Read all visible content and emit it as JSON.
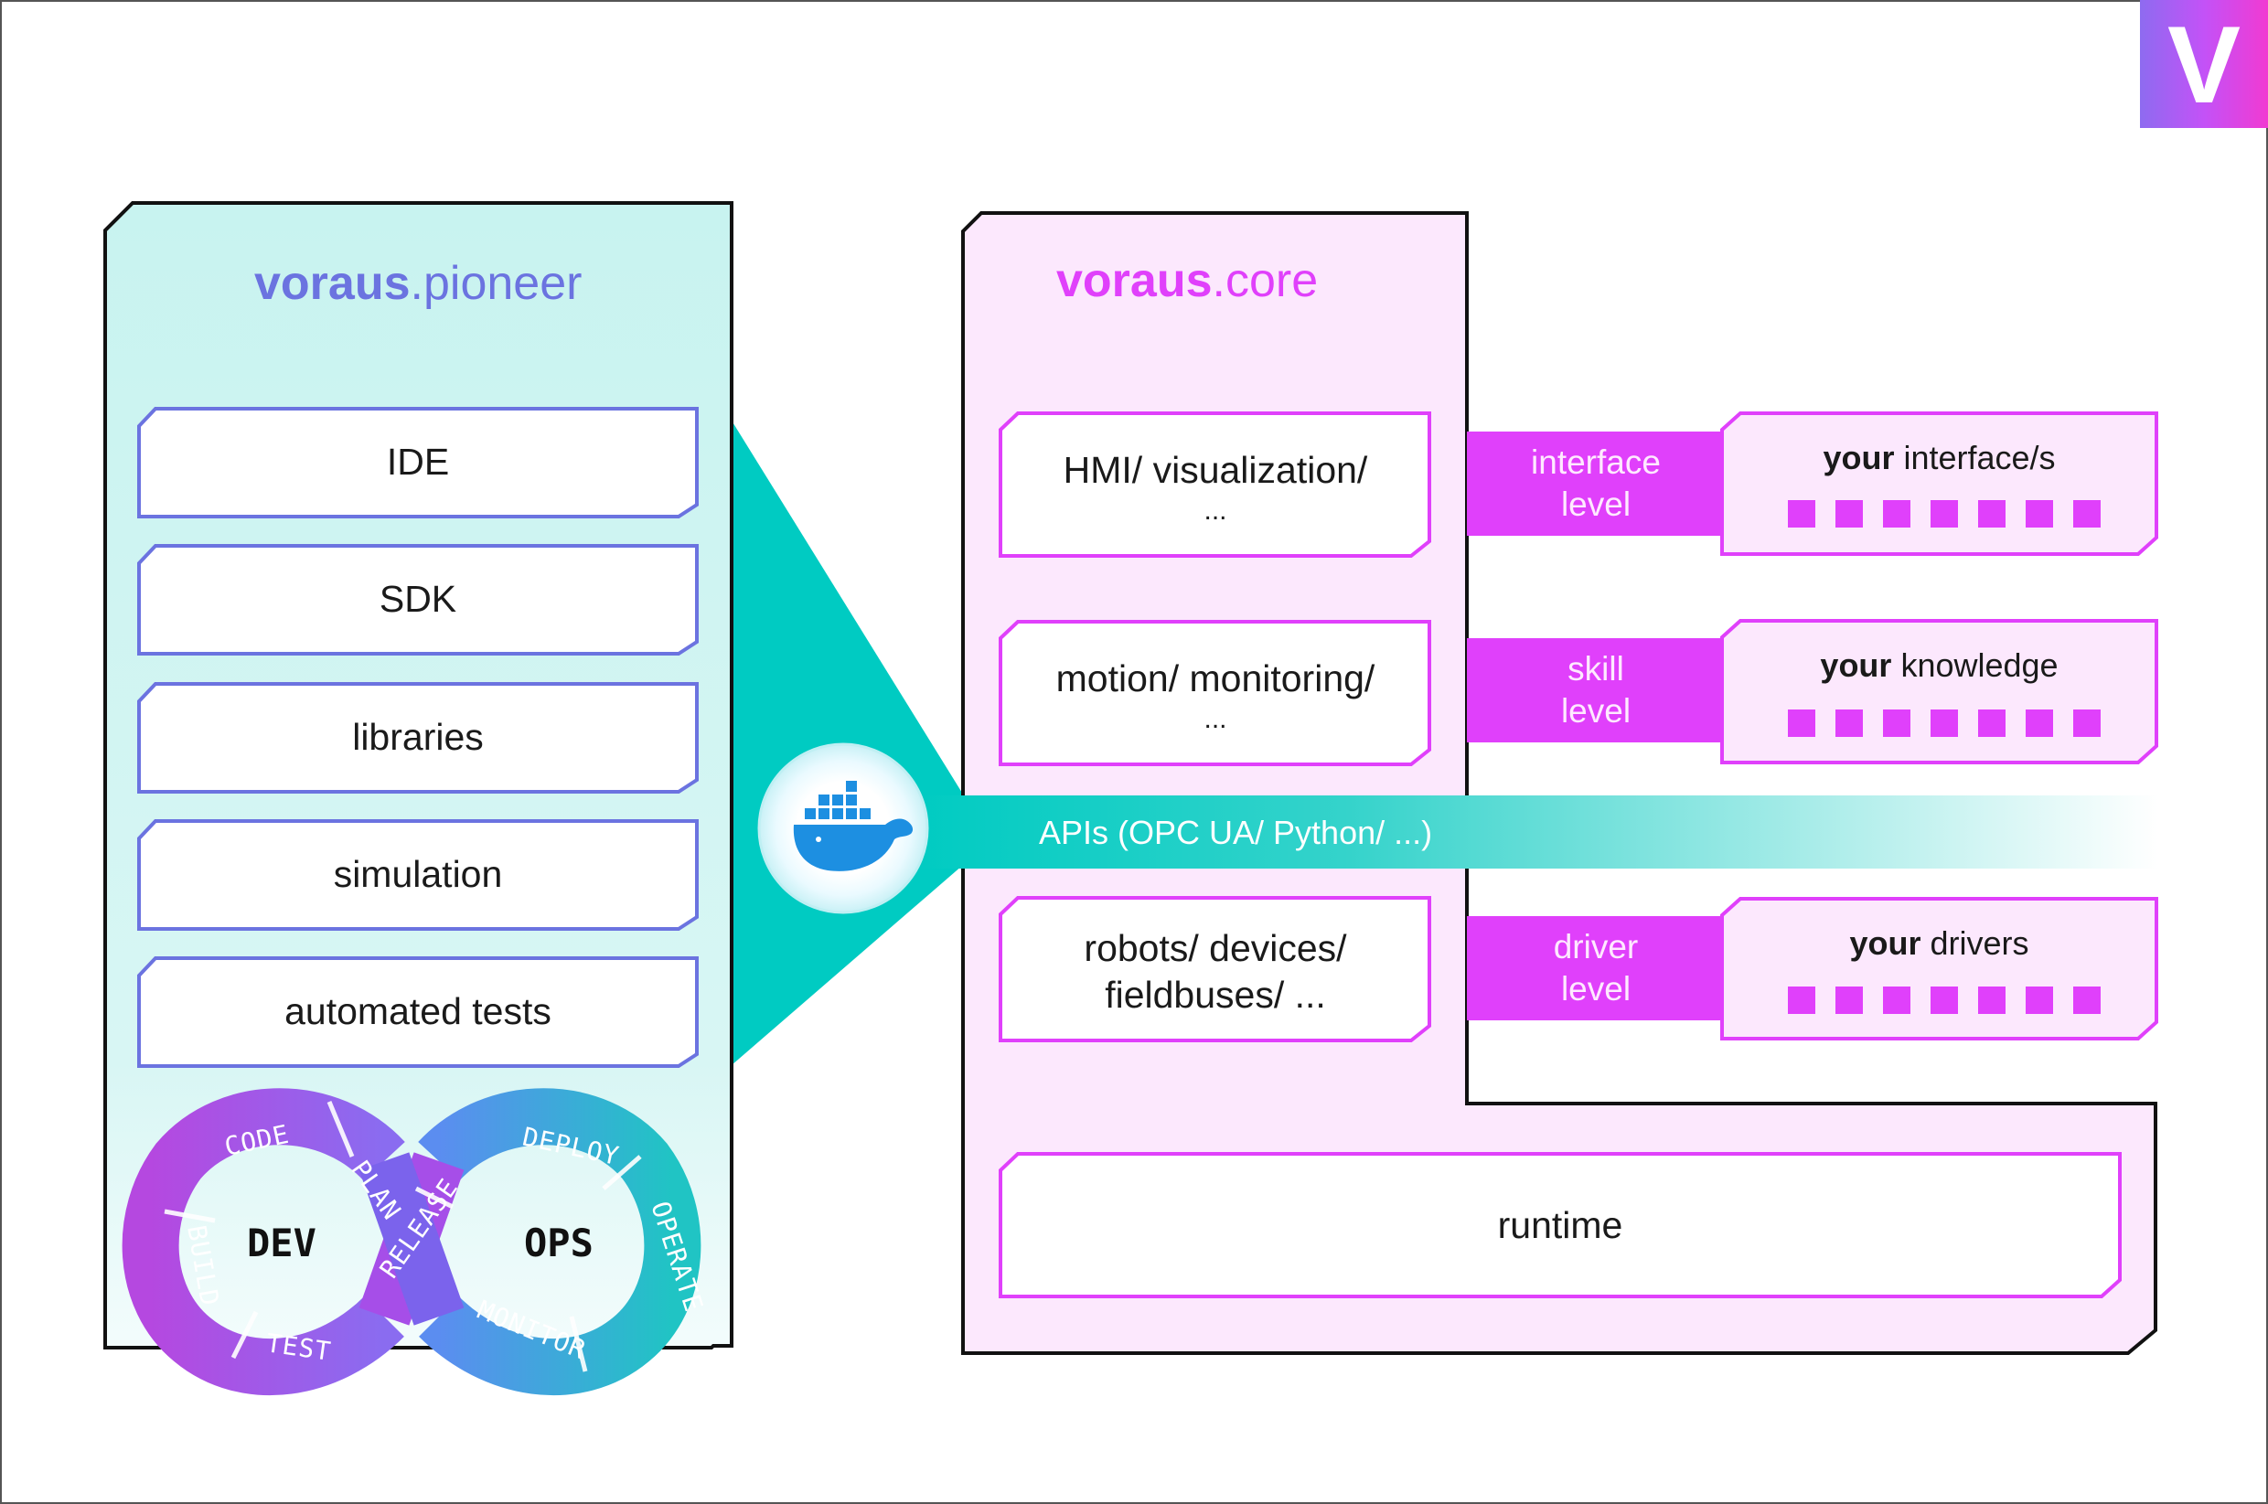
{
  "pioneer": {
    "brand": "voraus",
    "product": ".pioneer",
    "items": [
      "IDE",
      "SDK",
      "libraries",
      "simulation",
      "automated tests"
    ]
  },
  "devops": {
    "dev": "DEV",
    "ops": "OPS",
    "stages": {
      "code": "CODE",
      "plan": "PLAN",
      "build": "BUILD",
      "test": "TEST",
      "release": "RELEASE",
      "deploy": "DEPLOY",
      "operate": "OPERATE",
      "monitor": "MONITOR"
    }
  },
  "core": {
    "brand": "voraus",
    "product": ".core",
    "modules": [
      {
        "line1": "HMI/ visualization/",
        "line2": "..."
      },
      {
        "line1": "motion/ monitoring/",
        "line2": "..."
      },
      {
        "line1": "robots/ devices/",
        "line2": "fieldbuses/ ..."
      }
    ],
    "runtime": "runtime"
  },
  "api": {
    "label": "APIs (OPC UA/ Python/ ...)"
  },
  "levels": [
    {
      "line1": "interface",
      "line2": "level",
      "your": "your",
      "rest": " interface/s"
    },
    {
      "line1": "skill",
      "line2": "level",
      "your": "your",
      "rest": " knowledge"
    },
    {
      "line1": "driver",
      "line2": "level",
      "your": "your",
      "rest": " drivers"
    }
  ],
  "logo": {
    "letter": "V"
  },
  "colors": {
    "teal": "#00cbc2",
    "magenta": "#e040fb",
    "box_border_blue": "#6b73e0",
    "core_bg": "#fce8fd",
    "pioneer_bg": "#cdf4f2",
    "dark": "#111111",
    "docker_blue": "#1d8fe1"
  },
  "icons": [
    "docker-whale-icon",
    "devops-infinity-icon",
    "voraus-logo-icon"
  ]
}
